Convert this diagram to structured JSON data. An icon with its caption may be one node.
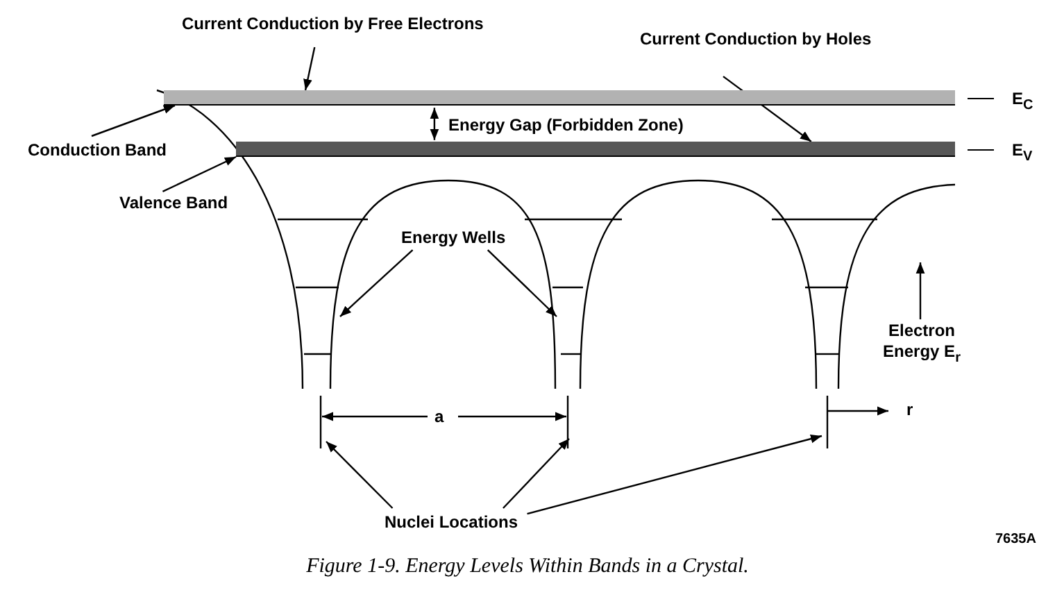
{
  "diagram": {
    "caption": "Figure 1-9. Energy Levels Within Bands in a Crystal.",
    "nodes": [
      {
        "text": [
          "Current Conduction by Free Electrons"
        ]
      },
      {
        "text": [
          "Current Conduction by Holes"
        ]
      },
      {
        "text": [
          "Conduction Band"
        ]
      },
      {
        "text": [
          "Valence Band"
        ]
      },
      {
        "text": [
          "Energy Wells"
        ]
      },
      {
        "text": [
          "Nuclei Locations"
        ]
      },
      {
        "text": [],
        "shape": "bar"
      },
      {
        "text": [],
        "shape": "bar"
      }
    ],
    "edges": [
      {
        "from": 0,
        "to": 6,
        "arrow": "to"
      },
      {
        "from": 1,
        "to": 7,
        "arrow": "to"
      },
      {
        "from": 2,
        "to": 6,
        "arrow": "to"
      },
      {
        "from": 3,
        "to": 7,
        "arrow": "to"
      },
      {
        "from": 4,
        "to": null,
        "arrow": "to"
      },
      {
        "from": 4,
        "to": null,
        "arrow": "to"
      },
      {
        "from": 5,
        "to": null,
        "arrow": "to"
      },
      {
        "from": 5,
        "to": null,
        "arrow": "to"
      },
      {
        "from": 5,
        "to": null,
        "arrow": "to"
      },
      {
        "from": 6,
        "to": 7,
        "arrow": "both"
      }
    ],
    "labels": [
      "E$_{C}$",
      "Energy Gap (Forbidden Zone)",
      "E$_{V}$",
      "Electron Energy E$_{r}$",
      "a",
      "r",
      "7635A"
    ]
  }
}
